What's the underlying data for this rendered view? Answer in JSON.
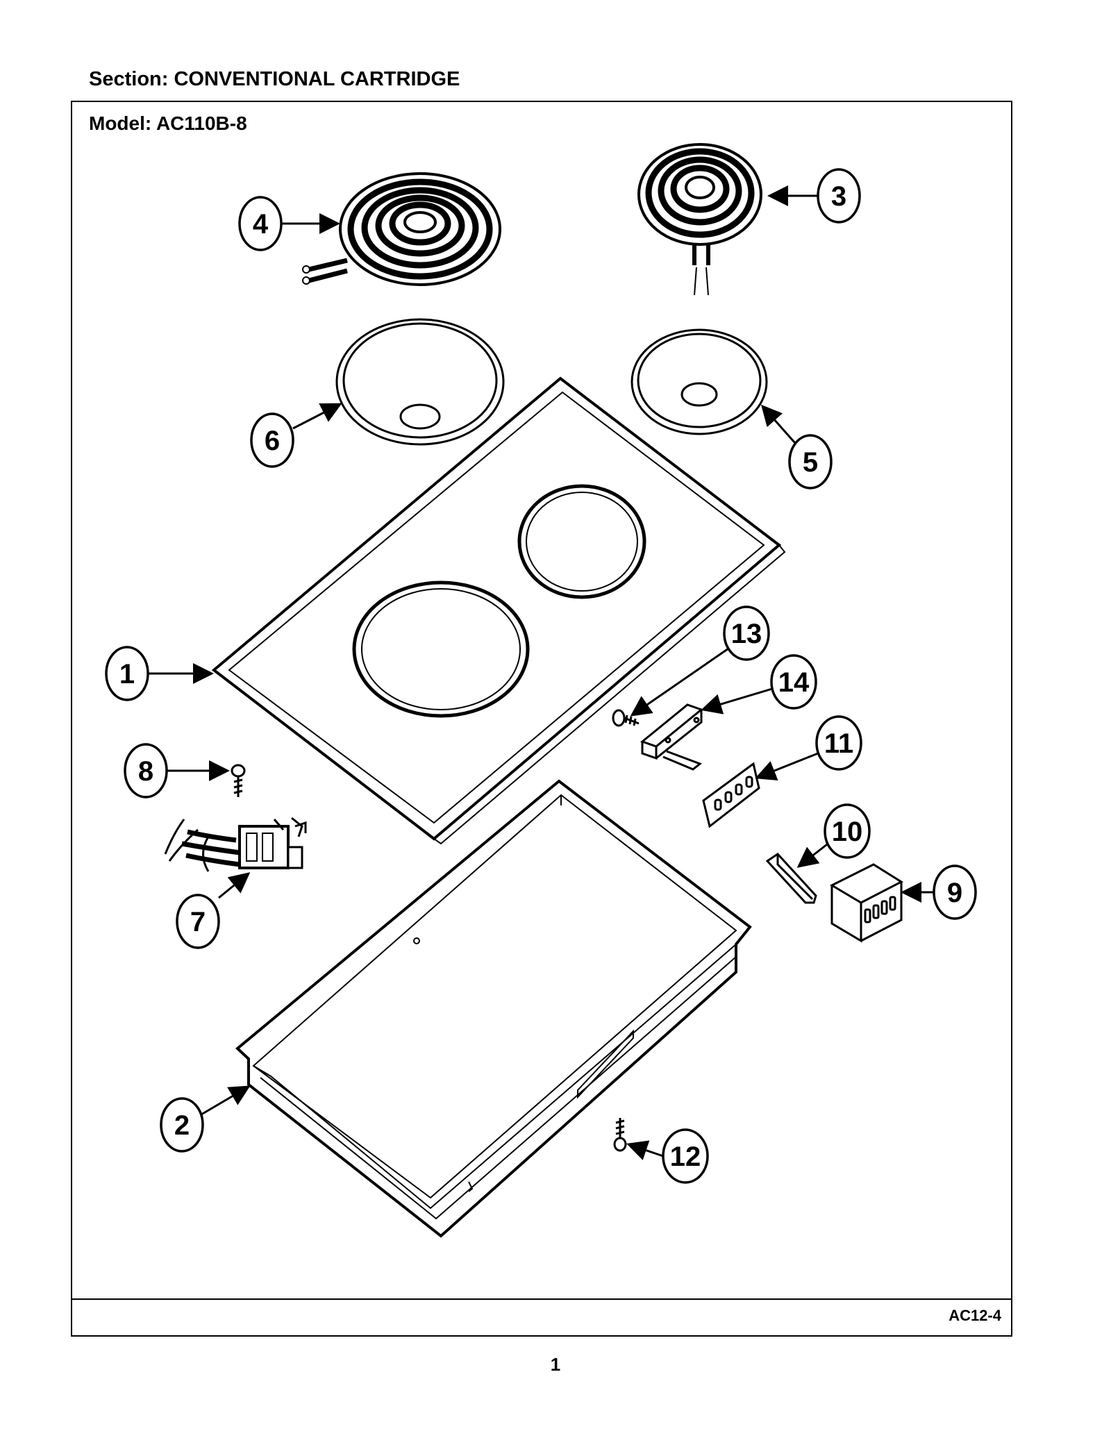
{
  "header": {
    "section_label": "Section:  CONVENTIONAL CARTRIDGE",
    "model_label": "Model:  AC110B-8"
  },
  "footer": {
    "diagram_code": "AC12-4",
    "page_number": "1"
  },
  "callouts": {
    "c1": "1",
    "c2": "2",
    "c3": "3",
    "c4": "4",
    "c5": "5",
    "c6": "6",
    "c7": "7",
    "c8": "8",
    "c9": "9",
    "c10": "10",
    "c11": "11",
    "c12": "12",
    "c13": "13",
    "c14": "14"
  }
}
